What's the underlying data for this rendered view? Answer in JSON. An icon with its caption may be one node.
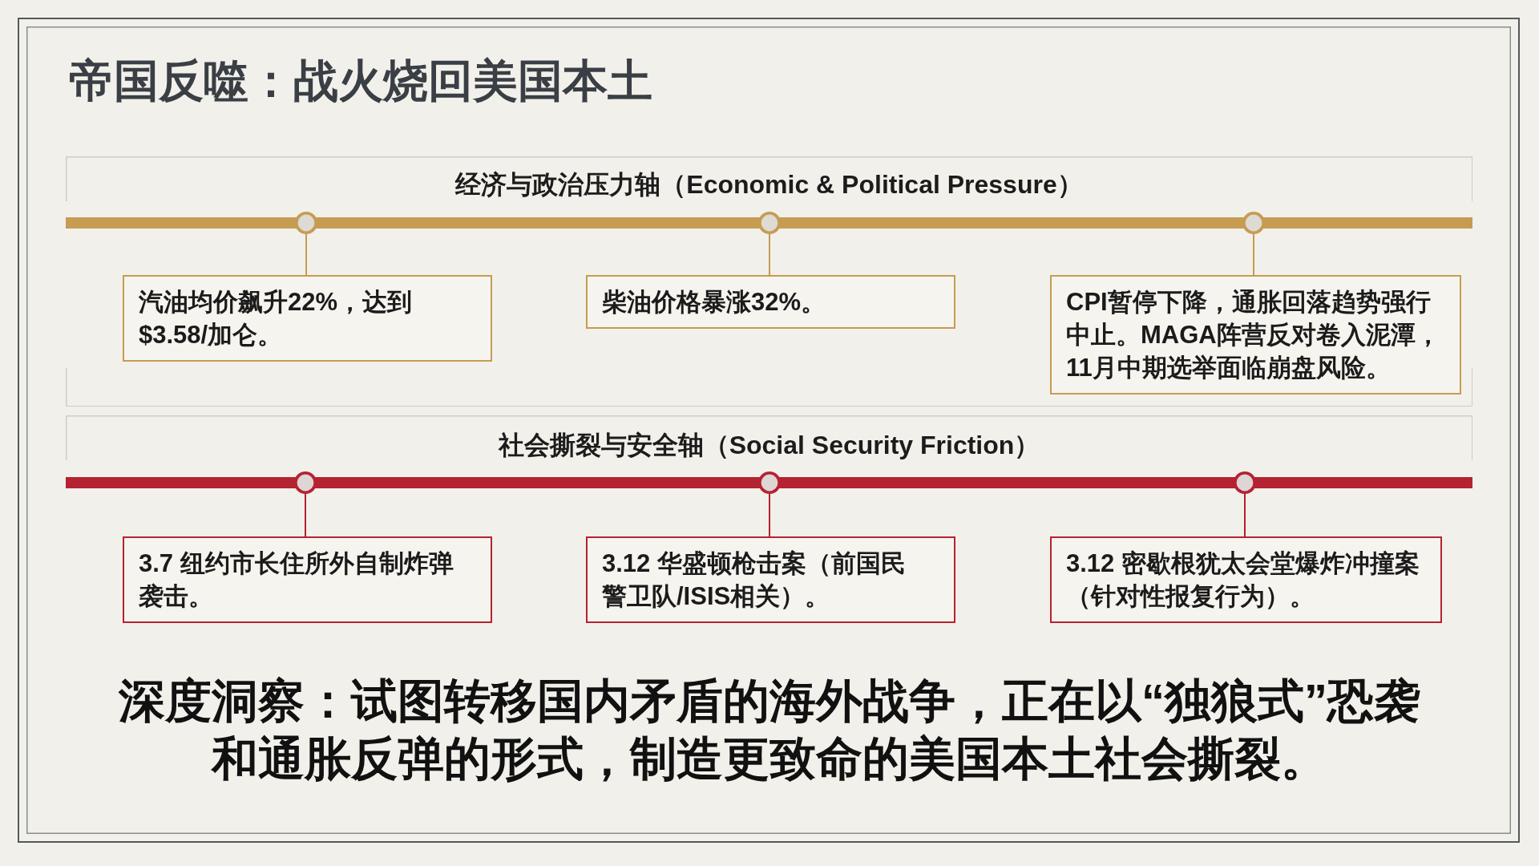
{
  "diagram": {
    "title": "帝国反噬：战火烧回美国本土",
    "caption": "深度洞察：试图转移国内矛盾的海外战争，正在以“独狼式”恐袭和通胀反弹的形式，制造更致命的美国本土社会撕裂。",
    "nodes": [
      {
        "text": [
          "经济与政治压力轴（Economic & Political Pressure）"
        ]
      },
      {
        "text": [],
        "shape": "bar",
        "in": 0
      },
      {
        "text": [],
        "shape": "circle",
        "in": 0
      },
      {
        "text": [],
        "shape": "circle",
        "in": 0
      },
      {
        "text": [],
        "shape": "circle",
        "in": 0
      },
      {
        "text": [
          "汽油均价飙升22%，达到$3.58/加仑。"
        ],
        "in": 0
      },
      {
        "text": [
          "柴油价格暴涨32%。"
        ],
        "in": 0
      },
      {
        "text": [
          "CPI暂停下降，通胀回落趋势强行中止。MAGA阵营反对卷入泥潭，11月中期选举面临崩盘风险。"
        ],
        "in": 0
      },
      {
        "text": [
          "社会撕裂与安全轴（Social Security Friction）"
        ]
      },
      {
        "text": [],
        "shape": "bar",
        "in": 8
      },
      {
        "text": [],
        "shape": "circle",
        "in": 8
      },
      {
        "text": [],
        "shape": "circle",
        "in": 8
      },
      {
        "text": [],
        "shape": "circle",
        "in": 8
      },
      {
        "text": [
          "3.7 纽约市长住所外自制炸弹袭击。"
        ],
        "in": 8
      },
      {
        "text": [
          "3.12 华盛顿枪击案（前国民警卫队/ISIS相关）。"
        ],
        "in": 8
      },
      {
        "text": [
          "3.12 密歇根犹太会堂爆炸冲撞案（针对性报复行为）。"
        ],
        "in": 8
      }
    ],
    "edges": [
      {
        "from": 2,
        "to": 5,
        "arrow": "none",
        "color": "#c69c52"
      },
      {
        "from": 3,
        "to": 6,
        "arrow": "none",
        "color": "#c69c52"
      },
      {
        "from": 4,
        "to": 7,
        "arrow": "none",
        "color": "#c69c52"
      },
      {
        "from": 10,
        "to": 13,
        "arrow": "none",
        "color": "#b3202e"
      },
      {
        "from": 11,
        "to": 14,
        "arrow": "none",
        "color": "#b3202e"
      },
      {
        "from": 12,
        "to": 15,
        "arrow": "none",
        "color": "#b3202e"
      }
    ]
  }
}
